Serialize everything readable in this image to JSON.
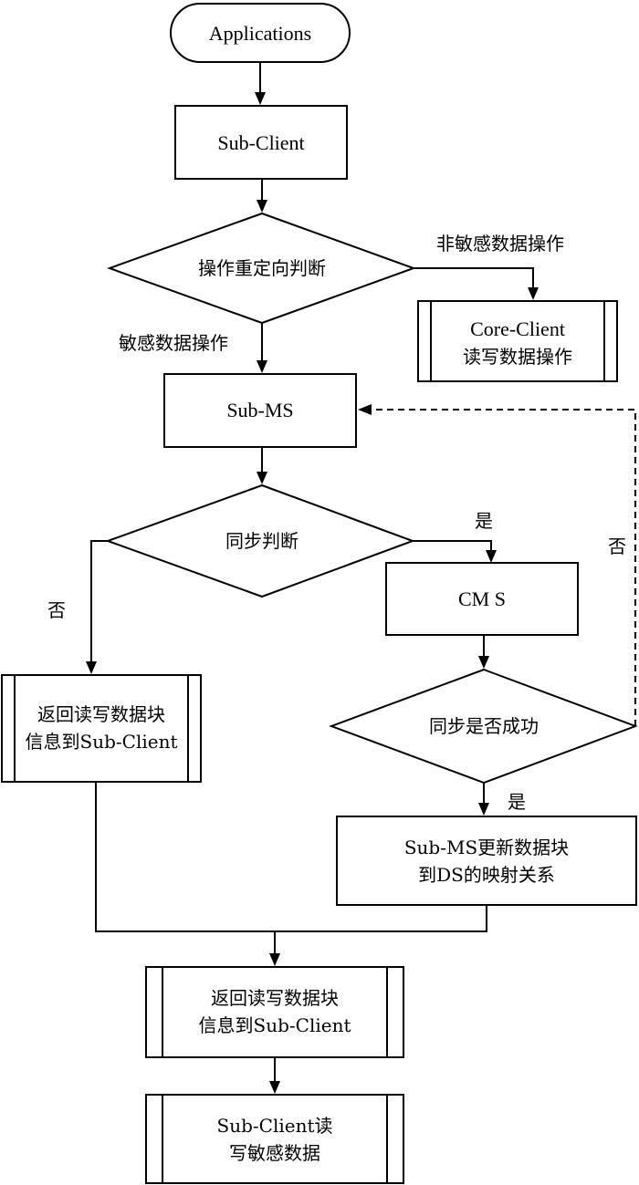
{
  "nodes": {
    "applications": "Applications",
    "sub_client": "Sub-Client",
    "redirect_decision": "操作重定向判断",
    "core_client_line1": "Core-Client",
    "core_client_line2": "读写数据操作",
    "sub_ms": "Sub-MS",
    "sync_decision": "同步判断",
    "cms": "CM S",
    "sync_success_decision": "同步是否成功",
    "return_left_line1": "返回读写数据块",
    "return_left_line2": "信息到Sub-Client",
    "update_mapping_line1": "Sub-MS更新数据块",
    "update_mapping_line2": "到DS的映射关系",
    "return_main_line1": "返回读写数据块",
    "return_main_line2": "信息到Sub-Client",
    "final_line1": "Sub-Client读",
    "final_line2": "写敏感数据"
  },
  "edge_labels": {
    "non_sensitive": "非敏感数据操作",
    "sensitive": "敏感数据操作",
    "sync_yes": "是",
    "sync_no": "否",
    "retry_no": "否",
    "success_yes": "是"
  }
}
